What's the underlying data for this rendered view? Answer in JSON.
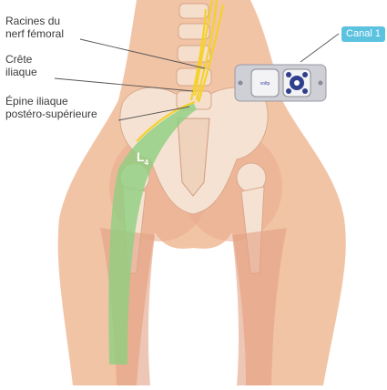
{
  "labels": {
    "nerve_roots": [
      "Racines du",
      "nerf fémoral"
    ],
    "iliac_crest": [
      "Crête",
      "iliaque"
    ],
    "psis": [
      "Épine iliaque",
      "postéro-supérieure"
    ]
  },
  "dermatome": {
    "main": "L",
    "sub": "4"
  },
  "device": {
    "channel_label": "Canal 1",
    "screen_text": "voltp"
  },
  "colors": {
    "skin": "#f1c2a4",
    "bone": "#f4dcc8",
    "muscle": "#d98c6e",
    "nerve": "#f5d12a",
    "dermatome": "#8ed081",
    "device_accent": "#5bc2e0",
    "label_text": "#3a3a3a"
  }
}
